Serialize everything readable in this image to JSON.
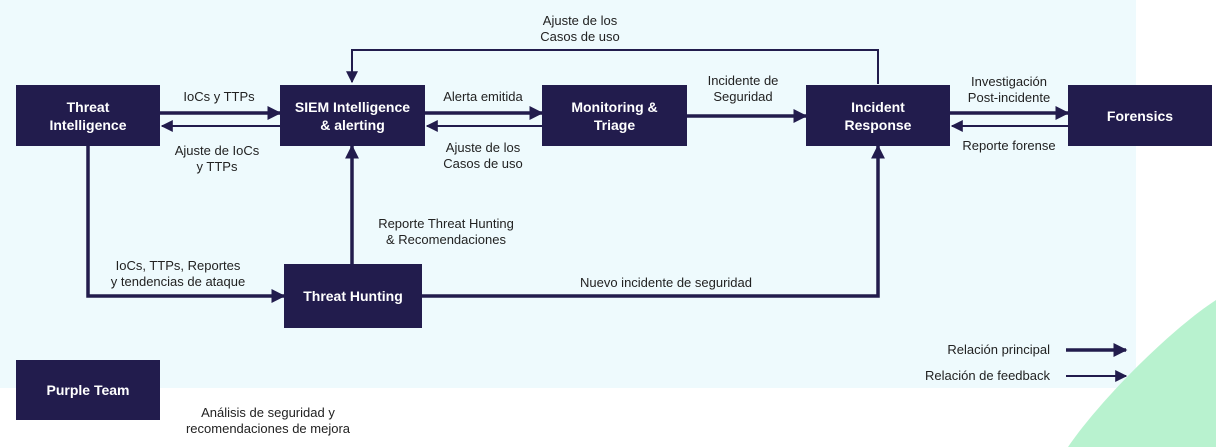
{
  "colors": {
    "node_fill": "#221c4d",
    "node_text": "#ffffff",
    "edge": "#221c4d",
    "panel_background": "#eefafd",
    "accent": "#b8f2cf"
  },
  "nodes": {
    "threat_intelligence": "Threat\nIntelligence",
    "siem": "SIEM Intelligence\n& alerting",
    "monitoring": "Monitoring &\nTriage",
    "incident_response": "Incident\nResponse",
    "forensics": "Forensics",
    "threat_hunting": "Threat Hunting",
    "purple_team": "Purple Team"
  },
  "edges": {
    "iocs_ttps": "IoCs y TTPs",
    "ajuste_iocs": "Ajuste de IoCs\ny TTPs",
    "alerta_emitida": "Alerta emitida",
    "ajuste_casos": "Ajuste de los\nCasos de uso",
    "incidente_seguridad": "Incidente de\nSeguridad",
    "ajuste_casos_top": "Ajuste de los\nCasos de uso",
    "investigacion": "Investigación\nPost-incidente",
    "reporte_forense": "Reporte forense",
    "reporte_hunting": "Reporte Threat Hunting\n& Recomendaciones",
    "iocs_reportes": "IoCs, TTPs, Reportes\ny tendencias de ataque",
    "nuevo_incidente": "Nuevo incidente de seguridad"
  },
  "legend": {
    "principal": "Relación principal",
    "feedback": "Relación de feedback"
  },
  "purple_team_note": "Análisis de seguridad y\nrecomendaciones de mejora"
}
